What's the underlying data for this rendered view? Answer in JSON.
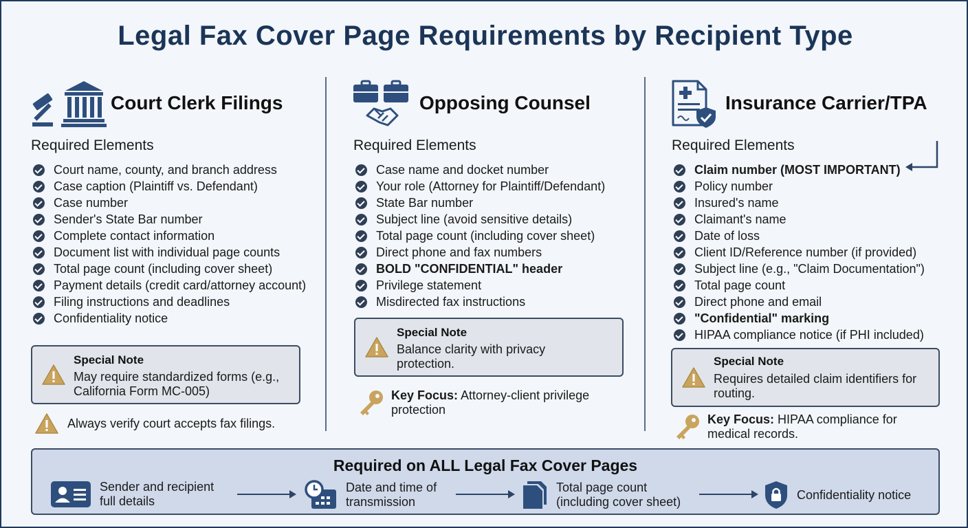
{
  "title": "Legal Fax Cover Page Requirements by Recipient Type",
  "columns": [
    {
      "heading": "Court Clerk Filings",
      "icon": "gavel-courthouse-icon",
      "required_title": "Required Elements",
      "items": [
        "Court name, county, and branch address",
        "Case caption (Plaintiff vs. Defendant)",
        "Case number",
        "Sender's State Bar number",
        "Complete contact information",
        "Document list with individual page counts",
        "Total page count (including cover sheet)",
        "Payment details (credit card/attorney account)",
        "Filing instructions and deadlines",
        "Confidentiality notice"
      ],
      "note_title": "Special Note",
      "note_body": "May require standardized forms (e.g., California Form MC-005)",
      "verify": "Always verify court accepts fax filings."
    },
    {
      "heading": "Opposing Counsel",
      "icon": "briefcase-handshake-icon",
      "required_title": "Required Elements",
      "items": [
        "Case name and docket number",
        "Your role (Attorney for Plaintiff/Defendant)",
        "State Bar number",
        "Subject line (avoid sensitive details)",
        "Total page count (including cover sheet)",
        "Direct phone and fax numbers",
        "BOLD \"CONFIDENTIAL\" header",
        "Privilege statement",
        "Misdirected fax instructions"
      ],
      "note_title": "Special Note",
      "note_body": "Balance clarity with privacy protection.",
      "focus_label": "Key Focus:",
      "focus_text": "Attorney-client privilege protection"
    },
    {
      "heading": "Insurance Carrier/TPA",
      "icon": "medical-document-shield-icon",
      "required_title": "Required Elements",
      "items": [
        "Claim number (MOST IMPORTANT)",
        "Policy number",
        "Insured's name",
        "Claimant's name",
        "Date of loss",
        "Client ID/Reference number (if provided)",
        "Subject line (e.g., \"Claim Documentation\")",
        "Total page count",
        "Direct phone and email",
        "\"Confidential\" marking",
        "HIPAA compliance notice (if PHI included)"
      ],
      "note_title": "Special Note",
      "note_body": "Requires detailed claim identifiers for routing.",
      "focus_label": "Key Focus:",
      "focus_text": "HIPAA compliance for medical records."
    }
  ],
  "bottom": {
    "title": "Required on ALL Legal Fax Cover Pages",
    "steps": [
      {
        "text": "Sender and recipient full details",
        "icon": "id-card-icon"
      },
      {
        "text": "Date and time of transmission",
        "icon": "clock-calendar-icon"
      },
      {
        "text": "Total page count (including cover sheet)",
        "icon": "pages-icon"
      },
      {
        "text": "Confidentiality notice",
        "icon": "lock-shield-icon"
      }
    ]
  },
  "colors": {
    "navy": "#1b3557",
    "icon_blue": "#2e4f7d",
    "gold": "#c9a45e",
    "note_bg": "#e1e5eb",
    "banner_bg": "#cfd9ea"
  }
}
